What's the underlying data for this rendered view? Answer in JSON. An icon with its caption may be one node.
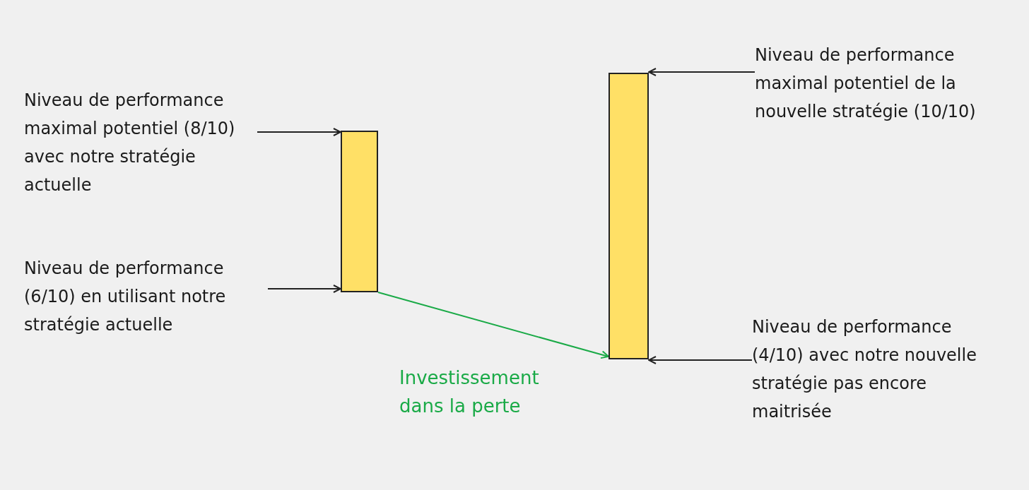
{
  "diagram": {
    "nodes": [
      {
        "text": [
          "Niveau de performance maximal potentiel de la nouvelle stratégie (10/10)"
        ]
      },
      {
        "text": [
          "Niveau de performance maximal potentiel (8/10) avec notre stratégie actuelle"
        ]
      },
      {
        "text": [],
        "shape": "bar"
      },
      {
        "text": [],
        "shape": "bar"
      },
      {
        "text": [
          "Niveau de performance (6/10) en utilisant notre stratégie actuelle"
        ]
      },
      {
        "text": [
          "Niveau de performance (4/10) avec notre nouvelle stratégie pas encore maitrisée"
        ]
      }
    ],
    "edges": [
      {
        "from": 0,
        "to": 3,
        "arrow": "to"
      },
      {
        "from": 1,
        "to": 2,
        "arrow": "to"
      },
      {
        "from": 4,
        "to": 2,
        "arrow": "to"
      },
      {
        "from": 5,
        "to": 3,
        "arrow": "to"
      },
      {
        "from": 2,
        "to": 3,
        "arrow": "to",
        "label": "Investissement dans la perte",
        "color": "#1aaa47"
      }
    ]
  }
}
